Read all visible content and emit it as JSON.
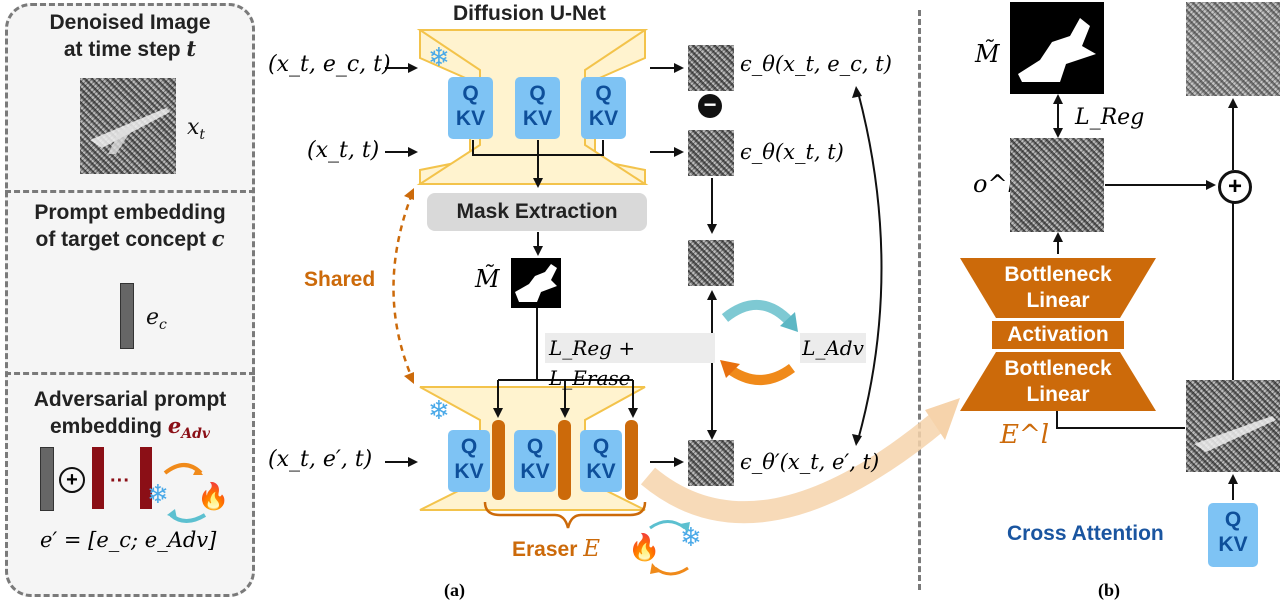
{
  "left_panel": {
    "denoised_title_line1": "Denoised Image",
    "denoised_title_line2": "at time step",
    "t_symbol": "t",
    "xt_label": "x",
    "xt_sub": "t",
    "prompt_title_line1": "Prompt embedding",
    "prompt_title_line2": "of target concept",
    "c_symbol": "c",
    "ec_label": "e",
    "ec_sub": "c",
    "adv_title_line1": "Adversarial prompt",
    "adv_title_line2": "embedding",
    "eadv_label": "e",
    "eadv_sub": "Adv",
    "dots": "···",
    "concat_formula": "e′ = [e_c; e_Adv]"
  },
  "diagram_a": {
    "unet_title": "Diffusion U-Net",
    "in_top": "(x_t, e_c, t)",
    "in_mid": "(x_t, t)",
    "in_bot": "(x_t, e′, t)",
    "qkv_q": "Q",
    "qkv_kv": "KV",
    "mask_extraction": "Mask Extraction",
    "m_tilde": "M̃",
    "shared": "Shared",
    "loss_reg_erase": "L_Reg + L_Erase",
    "loss_adv": "L_Adv",
    "out_top": "ϵ_θ(x_t, e_c, t)",
    "out_mid": "ϵ_θ(x_t, t)",
    "out_bot": "ϵ_θ′(x_t, e′, t)",
    "minus_symbol": "−",
    "eraser_label": "Eraser",
    "eraser_symbol": "E",
    "caption": "(a)"
  },
  "diagram_b": {
    "m_tilde": "M̃",
    "loss_reg": "L_Reg",
    "o_l": "o^l",
    "bottleneck_linear_top": "Bottleneck",
    "linear_top": "Linear",
    "activation": "Activation",
    "bottleneck_linear_bot": "Bottleneck",
    "linear_bot": "Linear",
    "e_l": "E^l",
    "cross_attention": "Cross Attention",
    "plus_symbol": "+",
    "caption": "(b)"
  },
  "colors": {
    "orange": "#cc6a0a",
    "qkv_blue": "#7ec3f4",
    "dark_blue": "#1a55a0",
    "dark_red": "#8b0f16",
    "unet_fill": "#fff3cf",
    "unet_border": "#f3c34b"
  }
}
